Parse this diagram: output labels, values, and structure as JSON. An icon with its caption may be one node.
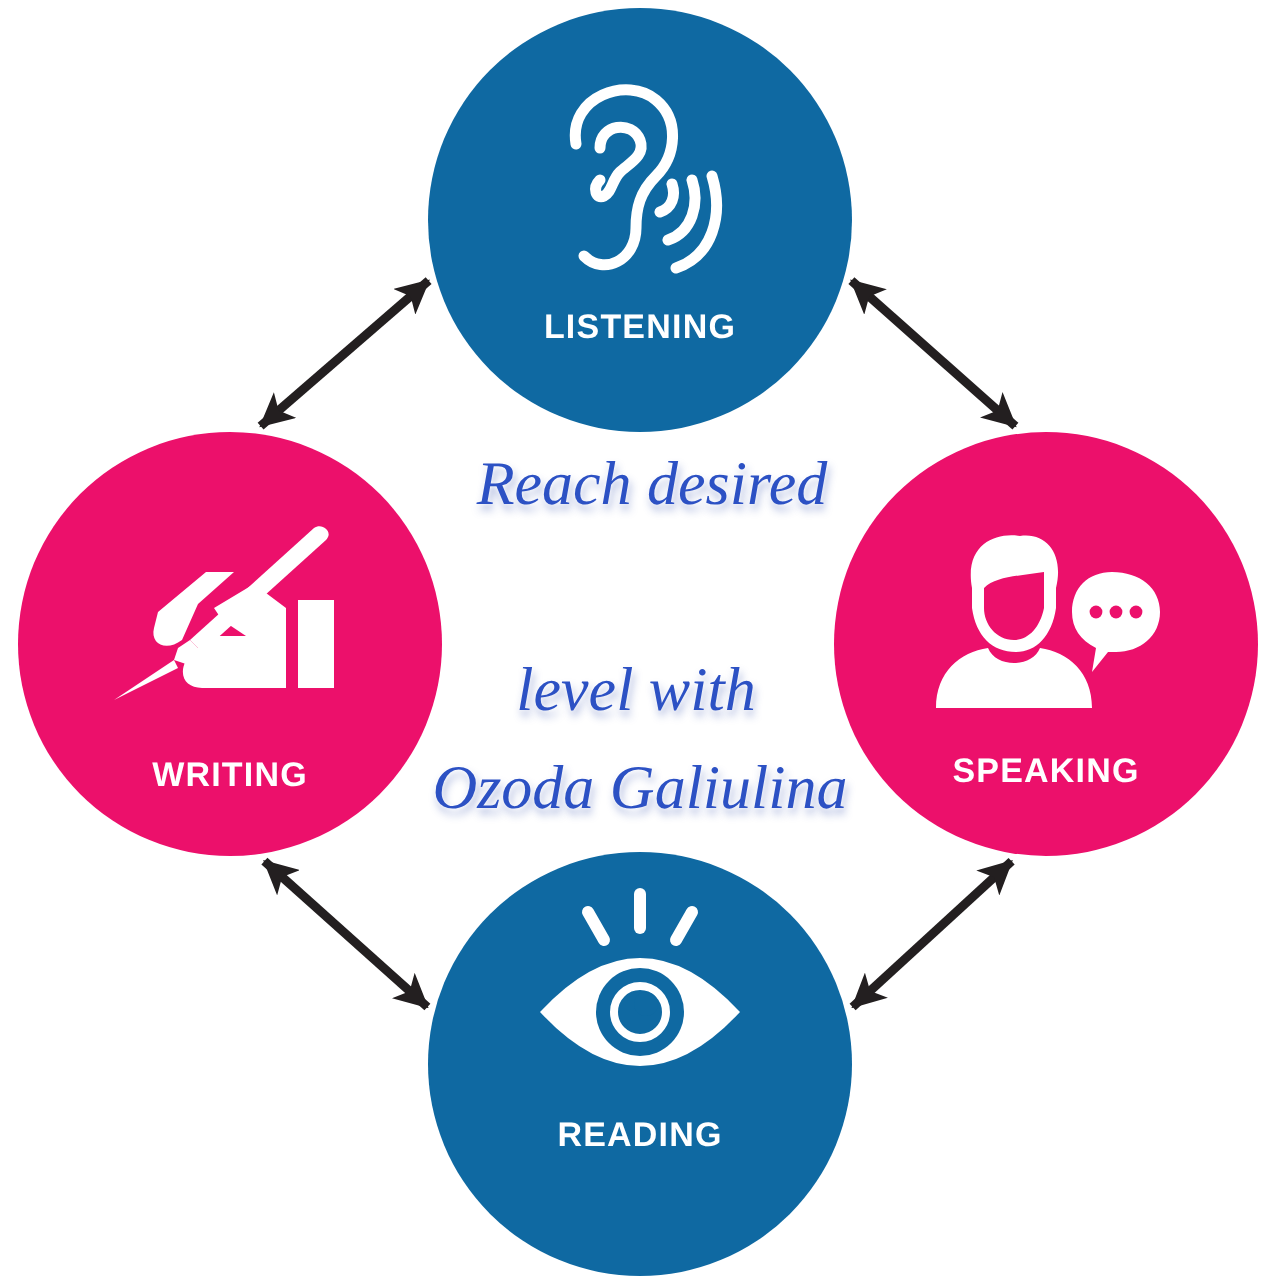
{
  "diagram": {
    "nodes": [
      {
        "text": [
          "LISTENING"
        ]
      },
      {
        "text": [
          "WRITING"
        ]
      },
      {
        "text": [
          "SPEAKING"
        ]
      },
      {
        "text": [
          "READING"
        ]
      }
    ],
    "edges": [
      {
        "from": 0,
        "to": 1,
        "arrow": "both"
      },
      {
        "from": 0,
        "to": 2,
        "arrow": "both"
      },
      {
        "from": 1,
        "to": 3,
        "arrow": "both"
      },
      {
        "from": 2,
        "to": 3,
        "arrow": "both"
      }
    ],
    "labels": [
      "Reach desired",
      "level with",
      "Ozoda Galiulina"
    ]
  }
}
